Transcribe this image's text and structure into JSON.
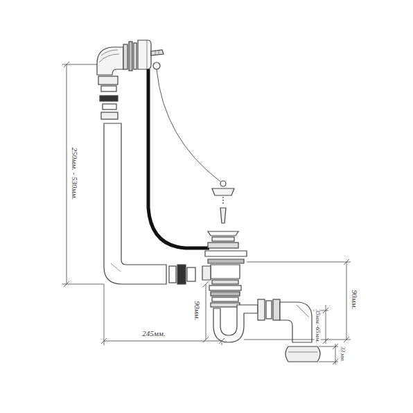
{
  "diagram": {
    "labels": [
      "250мм. - 530мм.",
      "245мм.",
      "90мм.",
      "90мм.",
      "35мм.-65мм.",
      "33 мм."
    ]
  }
}
